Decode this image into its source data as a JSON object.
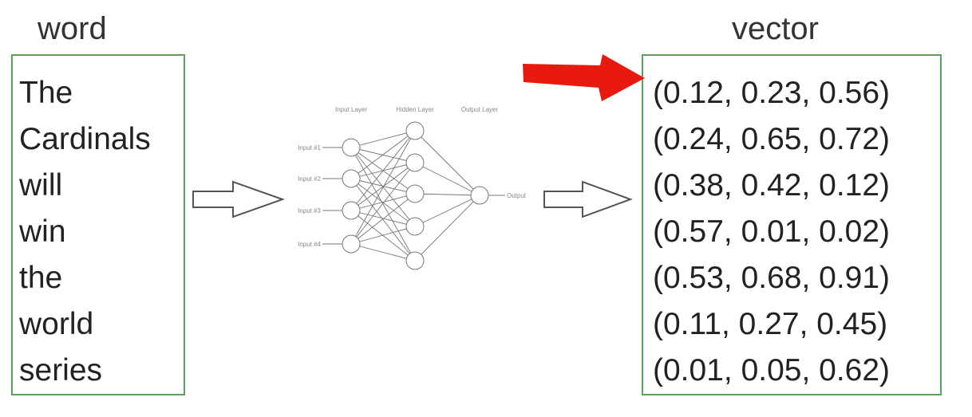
{
  "headings": {
    "word": "word",
    "vector": "vector"
  },
  "words": [
    "The",
    "Cardinals",
    "will",
    "win",
    "the",
    "world",
    "series"
  ],
  "vectors": [
    "(0.12, 0.23, 0.56)",
    "(0.24, 0.65, 0.72)",
    "(0.38, 0.42, 0.12)",
    "(0.57, 0.01, 0.02)",
    "(0.53, 0.68, 0.91)",
    "(0.11, 0.27, 0.45)",
    "(0.01, 0.05, 0.62)"
  ],
  "network": {
    "layer_labels": [
      "Input Layer",
      "Hidden Layer",
      "Output Layer"
    ],
    "input_labels": [
      "Input #1",
      "Input #2",
      "Input #3",
      "Input #4"
    ],
    "output_label": "Output",
    "input_count": 4,
    "hidden_count": 5,
    "output_count": 1
  },
  "colors": {
    "box_border": "#5aa35a",
    "pointer_arrow": "#e8190f",
    "flow_arrow_fill": "#ffffff",
    "flow_arrow_stroke": "#555555"
  },
  "icons": {
    "flow_arrow": "hollow-right-arrow",
    "pointer": "red-right-arrow"
  }
}
